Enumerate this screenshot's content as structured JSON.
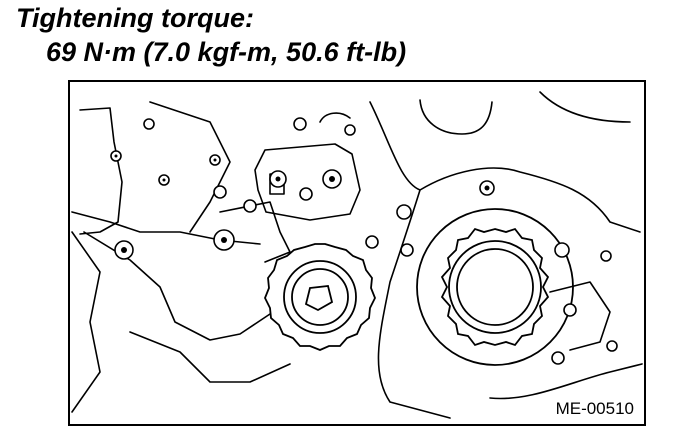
{
  "torque_label": "Tightening torque:",
  "torque_value": "69 N·m (7.0 kgf-m, 50.6 ft-lb)",
  "figure_code": "ME-00510"
}
